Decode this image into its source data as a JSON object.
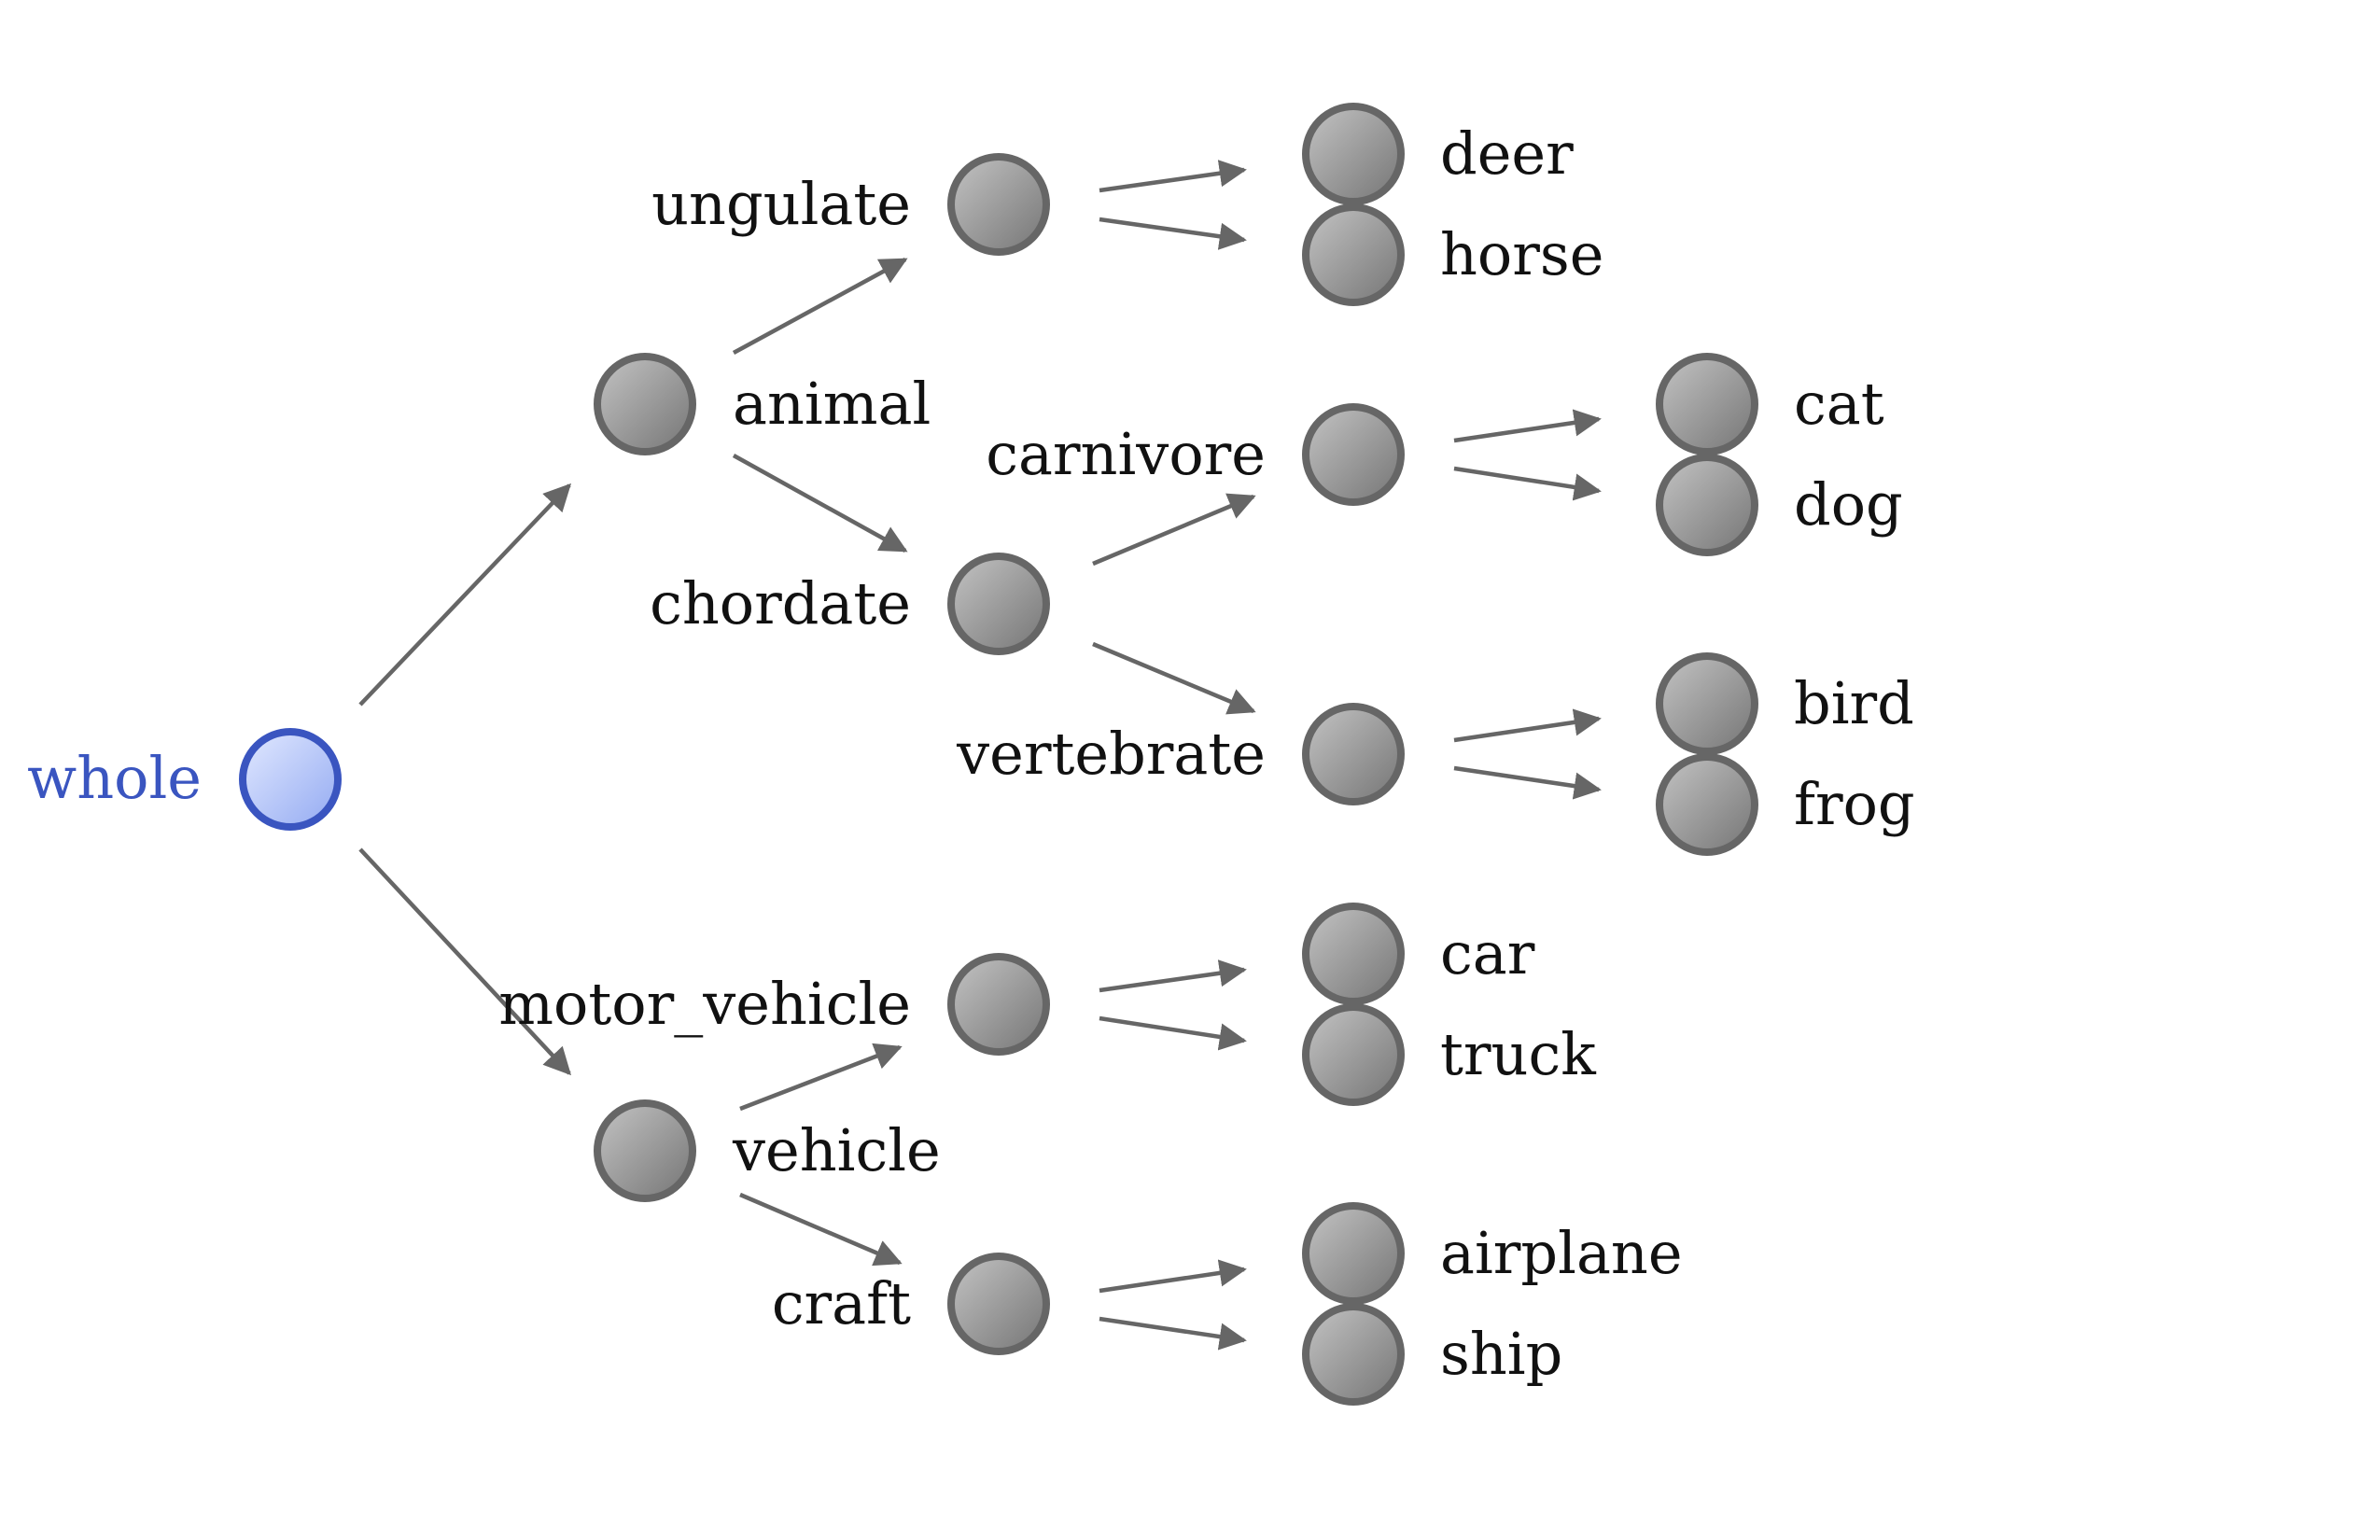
{
  "diagram": {
    "type": "tree",
    "root": "whole",
    "colors": {
      "root_stroke": "#3a55c0",
      "root_fill_light": "#dbe4ff",
      "root_fill_dark": "#93aaf2",
      "node_stroke": "#666666",
      "node_fill_light": "#bdbdbd",
      "node_fill_dark": "#7a7a7a",
      "edge": "#666666",
      "label": "#111111",
      "root_label": "#3a55c0"
    },
    "nodes": [
      {
        "id": "whole",
        "label": "whole",
        "level": 0
      },
      {
        "id": "animal",
        "label": "animal",
        "level": 1,
        "parent": "whole"
      },
      {
        "id": "vehicle",
        "label": "vehicle",
        "level": 1,
        "parent": "whole"
      },
      {
        "id": "ungulate",
        "label": "ungulate",
        "level": 2,
        "parent": "animal"
      },
      {
        "id": "chordate",
        "label": "chordate",
        "level": 2,
        "parent": "animal"
      },
      {
        "id": "motor_vehicle",
        "label": "motor_vehicle",
        "level": 2,
        "parent": "vehicle"
      },
      {
        "id": "craft",
        "label": "craft",
        "level": 2,
        "parent": "vehicle"
      },
      {
        "id": "carnivore",
        "label": "carnivore",
        "level": 3,
        "parent": "chordate"
      },
      {
        "id": "vertebrate",
        "label": "vertebrate",
        "level": 3,
        "parent": "chordate"
      },
      {
        "id": "deer",
        "label": "deer",
        "level": 3,
        "parent": "ungulate"
      },
      {
        "id": "horse",
        "label": "horse",
        "level": 3,
        "parent": "ungulate"
      },
      {
        "id": "car",
        "label": "car",
        "level": 3,
        "parent": "motor_vehicle"
      },
      {
        "id": "truck",
        "label": "truck",
        "level": 3,
        "parent": "motor_vehicle"
      },
      {
        "id": "airplane",
        "label": "airplane",
        "level": 3,
        "parent": "craft"
      },
      {
        "id": "ship",
        "label": "ship",
        "level": 3,
        "parent": "craft"
      },
      {
        "id": "cat",
        "label": "cat",
        "level": 4,
        "parent": "carnivore"
      },
      {
        "id": "dog",
        "label": "dog",
        "level": 4,
        "parent": "carnivore"
      },
      {
        "id": "bird",
        "label": "bird",
        "level": 4,
        "parent": "vertebrate"
      },
      {
        "id": "frog",
        "label": "frog",
        "level": 4,
        "parent": "vertebrate"
      }
    ]
  }
}
